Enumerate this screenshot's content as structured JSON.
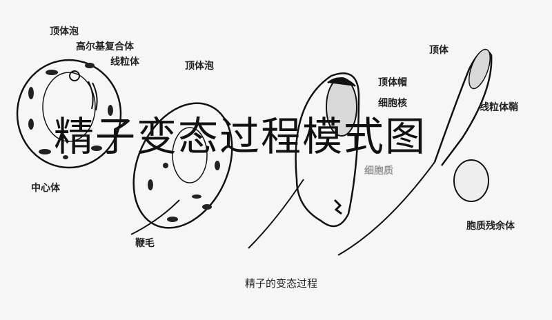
{
  "title": "精子变态过程模式图",
  "caption": "精子的变态过程",
  "labels": {
    "acrosomal_vesicle_1": "顶体泡",
    "golgi": "高尔基复合体",
    "mitochondria": "线粒体",
    "centriole": "中心体",
    "acrosomal_vesicle_2": "顶体泡",
    "flagellum": "鞭毛",
    "acrosomal_cap": "顶体帽",
    "nucleus": "细胞核",
    "cytoplasm": "细胞质",
    "acrosome": "顶体",
    "mitochondrial_sheath": "线粒体鞘",
    "residual_body": "胞质残余体"
  }
}
